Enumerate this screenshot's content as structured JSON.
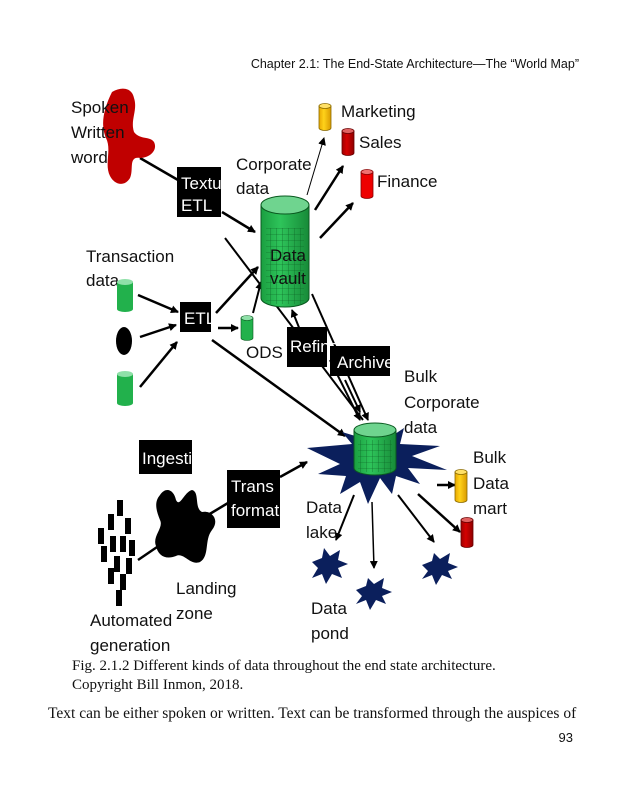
{
  "header": {
    "running_head": "Chapter 2.1: The End-State Architecture—The “World Map”"
  },
  "figure": {
    "sources": {
      "text": [
        "Spoken",
        "Written",
        "word"
      ],
      "transaction": [
        "Transaction",
        "data"
      ],
      "automated": [
        "Automated",
        "generation"
      ]
    },
    "processes": {
      "textual_etl": [
        "Textual",
        "ETL"
      ],
      "etl": "ETL",
      "refine": "Refine",
      "archive": "Archive",
      "ingestion": "Ingestion",
      "transformation": [
        "Trans",
        "formation"
      ]
    },
    "stores": {
      "corporate": [
        "Corporate",
        "data"
      ],
      "data_vault": [
        "Data",
        "vault"
      ],
      "ods": "ODS",
      "bulk_corporate": [
        "Bulk",
        "Corporate",
        "data"
      ],
      "bulk_data_mart": [
        "Bulk",
        "Data",
        "mart"
      ],
      "landing_zone": [
        "Landing",
        "zone"
      ],
      "data_lake": [
        "Data",
        "lake"
      ],
      "data_pond": [
        "Data",
        "pond"
      ]
    },
    "marts": {
      "marketing": "Marketing",
      "sales": "Sales",
      "finance": "Finance"
    },
    "colors": {
      "text_blob": "#c00000",
      "vault_green": "#22b14c",
      "vault_top": "#6fd48f",
      "lake_navy": "#0b1f5c",
      "mart_yellow": "#f5c000",
      "mart_red": "#cc0000",
      "finance_red": "#ee0000"
    }
  },
  "caption": {
    "line1": "Fig. 2.1.2 Different kinds of data throughout the end state architecture.",
    "line2": "Copyright Bill Inmon, 2018."
  },
  "body": {
    "paragraph_start": "Text can be either spoken or written. Text can be transformed through the auspices of"
  },
  "footer": {
    "page_number": "93"
  }
}
